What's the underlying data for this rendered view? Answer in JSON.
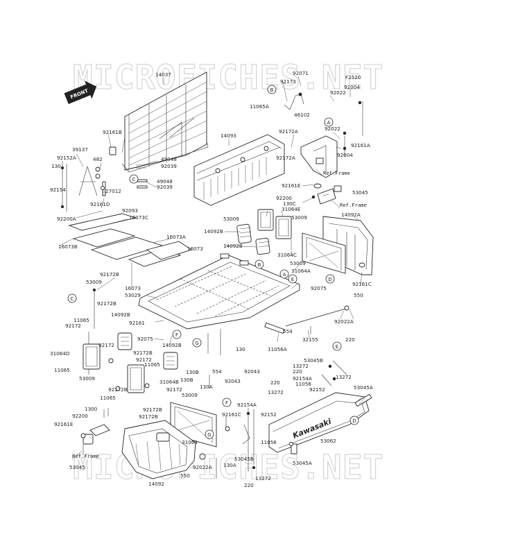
{
  "watermark": {
    "text": "MICROFICHES.NET"
  },
  "front_label": "FRONT",
  "logo_text": "Kawasaki",
  "callouts": [
    "A",
    "B",
    "C",
    "D",
    "E",
    "F",
    "G",
    "A",
    "B",
    "C",
    "D",
    "E",
    "F",
    "G"
  ],
  "ref_frame_labels": [
    "Ref.Frame",
    "Ref.Frame",
    "Ref.Frame"
  ],
  "part_labels": [
    "14037",
    "92071",
    "F2520",
    "92173",
    "92004",
    "92022",
    "11065A",
    "46102",
    "92161B",
    "39137",
    "92152A",
    "130",
    "482",
    "14093",
    "92172A",
    "92022",
    "92161A",
    "92004",
    "49048",
    "92039",
    "92172A",
    "49048",
    "92039",
    "27012",
    "92154",
    "92161D",
    "92200A",
    "92093",
    "16073C",
    "16073A",
    "16073B",
    "16073",
    "92161E",
    "53045",
    "92200",
    "130C",
    "31064E",
    "53009",
    "53009",
    "14092B",
    "14092B",
    "14092A",
    "31064C",
    "53009",
    "31064A",
    "92172B",
    "53009",
    "53029",
    "16073",
    "92075",
    "92161C",
    "92172B",
    "11065",
    "14092B",
    "92161",
    "550",
    "92022A",
    "554",
    "92172",
    "92075",
    "14092B",
    "92172",
    "32155",
    "11056A",
    "130",
    "31064D",
    "92172B",
    "92172",
    "11065",
    "130B",
    "554",
    "92043",
    "11065",
    "53009",
    "31064B",
    "130B",
    "92043",
    "220",
    "53045B",
    "13272",
    "220",
    "13272",
    "92154A",
    "11056",
    "92152",
    "53045A",
    "92172B",
    "92172",
    "11065",
    "53009",
    "130A",
    "220",
    "13272",
    "92154A",
    "1300",
    "92200",
    "92172B",
    "92172B",
    "92161E",
    "92161C",
    "92152",
    "31064",
    "11056",
    "53062",
    "53045",
    "53045B",
    "53045A",
    "130A",
    "92022A",
    "13272",
    "14092",
    "550",
    "220"
  ]
}
